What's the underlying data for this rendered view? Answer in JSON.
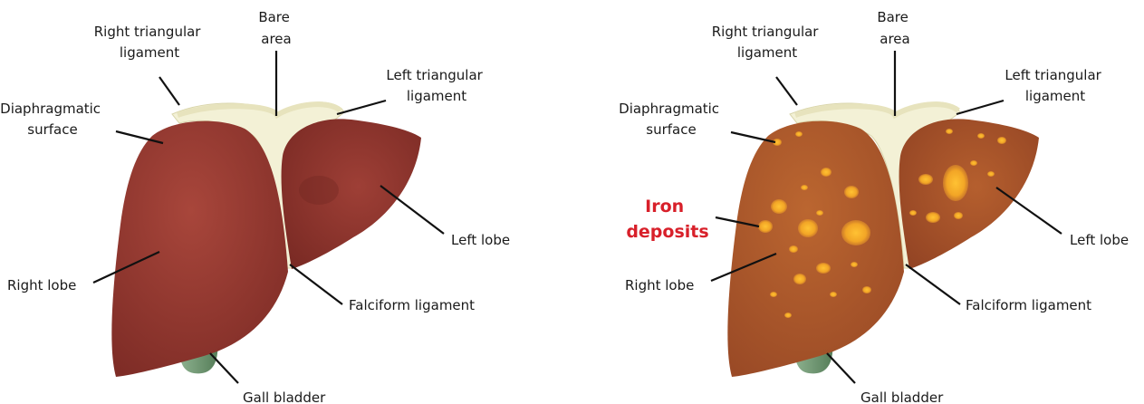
{
  "colors": {
    "healthy_liver": "#9a3c33",
    "iron_liver": "#ad5a2e",
    "iron_deposit": "#f2ad24",
    "ligament": "#f2f0d4",
    "gall_bladder": "#6d9a6f",
    "highlight_label": "#d8202a"
  },
  "healthy": {
    "bare_area": [
      "Bare",
      "area"
    ],
    "right_triangular": [
      "Right triangular",
      "ligament"
    ],
    "left_triangular": [
      "Left triangular",
      "ligament"
    ],
    "diaphragmatic": [
      "Diaphragmatic",
      "surface"
    ],
    "left_lobe": "Left lobe",
    "right_lobe": "Right lobe",
    "falciform": "Falciform ligament",
    "gall_bladder": "Gall bladder"
  },
  "iron": {
    "bare_area": [
      "Bare",
      "area"
    ],
    "right_triangular": [
      "Right triangular",
      "ligament"
    ],
    "left_triangular": [
      "Left triangular",
      "ligament"
    ],
    "diaphragmatic": [
      "Diaphragmatic",
      "surface"
    ],
    "iron_deposits": [
      "Iron",
      "deposits"
    ],
    "left_lobe": "Left lobe",
    "right_lobe": "Right lobe",
    "falciform": "Falciform ligament",
    "gall_bladder": "Gall bladder"
  }
}
